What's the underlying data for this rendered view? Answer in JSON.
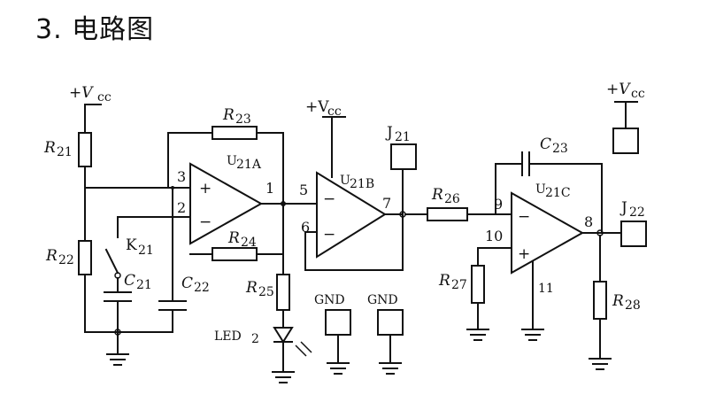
{
  "title": "3. 电路图",
  "labels": {
    "vcc_left": "+V",
    "vcc_left_sub": "cc",
    "vcc_mid": "+V",
    "vcc_mid_sub": "cc",
    "vcc_right": "+V",
    "vcc_right_sub": "cc",
    "r21": "R",
    "r21_sub": "21",
    "r22": "R",
    "r22_sub": "22",
    "r23": "R",
    "r23_sub": "23",
    "r24": "R",
    "r24_sub": "24",
    "r25": "R",
    "r25_sub": "25",
    "r26": "R",
    "r26_sub": "26",
    "r27": "R",
    "r27_sub": "27",
    "r28": "R",
    "r28_sub": "28",
    "c21": "C",
    "c21_sub": "21",
    "c22": "C",
    "c22_sub": "22",
    "c23": "C",
    "c23_sub": "23",
    "k21": "K",
    "k21_sub": "21",
    "u21a": "U",
    "u21a_sub": "21A",
    "u21b": "U",
    "u21b_sub": "21B",
    "u21c": "U",
    "u21c_sub": "21C",
    "j21": "J",
    "j21_sub": "21",
    "j22": "J",
    "j22_sub": "22",
    "led": "LED",
    "led_sub": "2",
    "gnd1": "GND",
    "gnd2": "GND",
    "pin3": "3",
    "pin2": "2",
    "pin1": "1",
    "pin5": "5",
    "pin6": "6",
    "pin7": "7",
    "pin9": "9",
    "pin10": "10",
    "pin8": "8",
    "plus_a": "+",
    "minus_a": "−",
    "minus_b1": "−",
    "minus_b2": "−",
    "minus_c": "−",
    "plus_c": "+",
    "pin11": "11"
  }
}
